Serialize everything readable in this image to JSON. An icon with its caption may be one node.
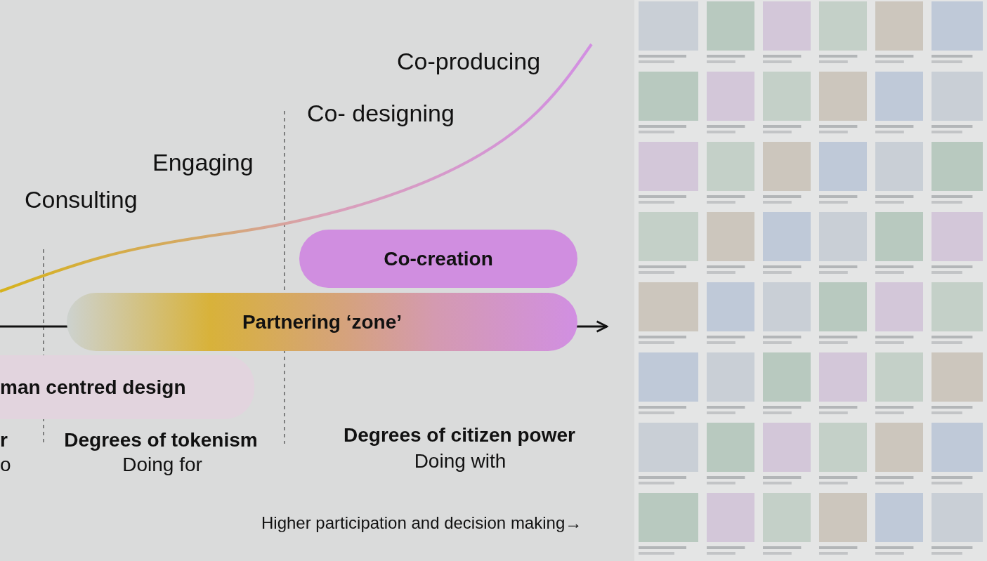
{
  "diagram": {
    "nodes": [
      {
        "text": [
          "man centred design"
        ]
      },
      {
        "text": [
          "Partnering ‘zone’"
        ]
      },
      {
        "text": [
          "Co-creation"
        ]
      }
    ],
    "labels": [
      "Co-producing",
      "Co- designing",
      "Engaging",
      "Consulting",
      "r",
      "o",
      "Degrees of tokenism",
      "Doing for",
      "Degrees of citizen power",
      "Doing with",
      "Higher participation and decision making→"
    ]
  }
}
